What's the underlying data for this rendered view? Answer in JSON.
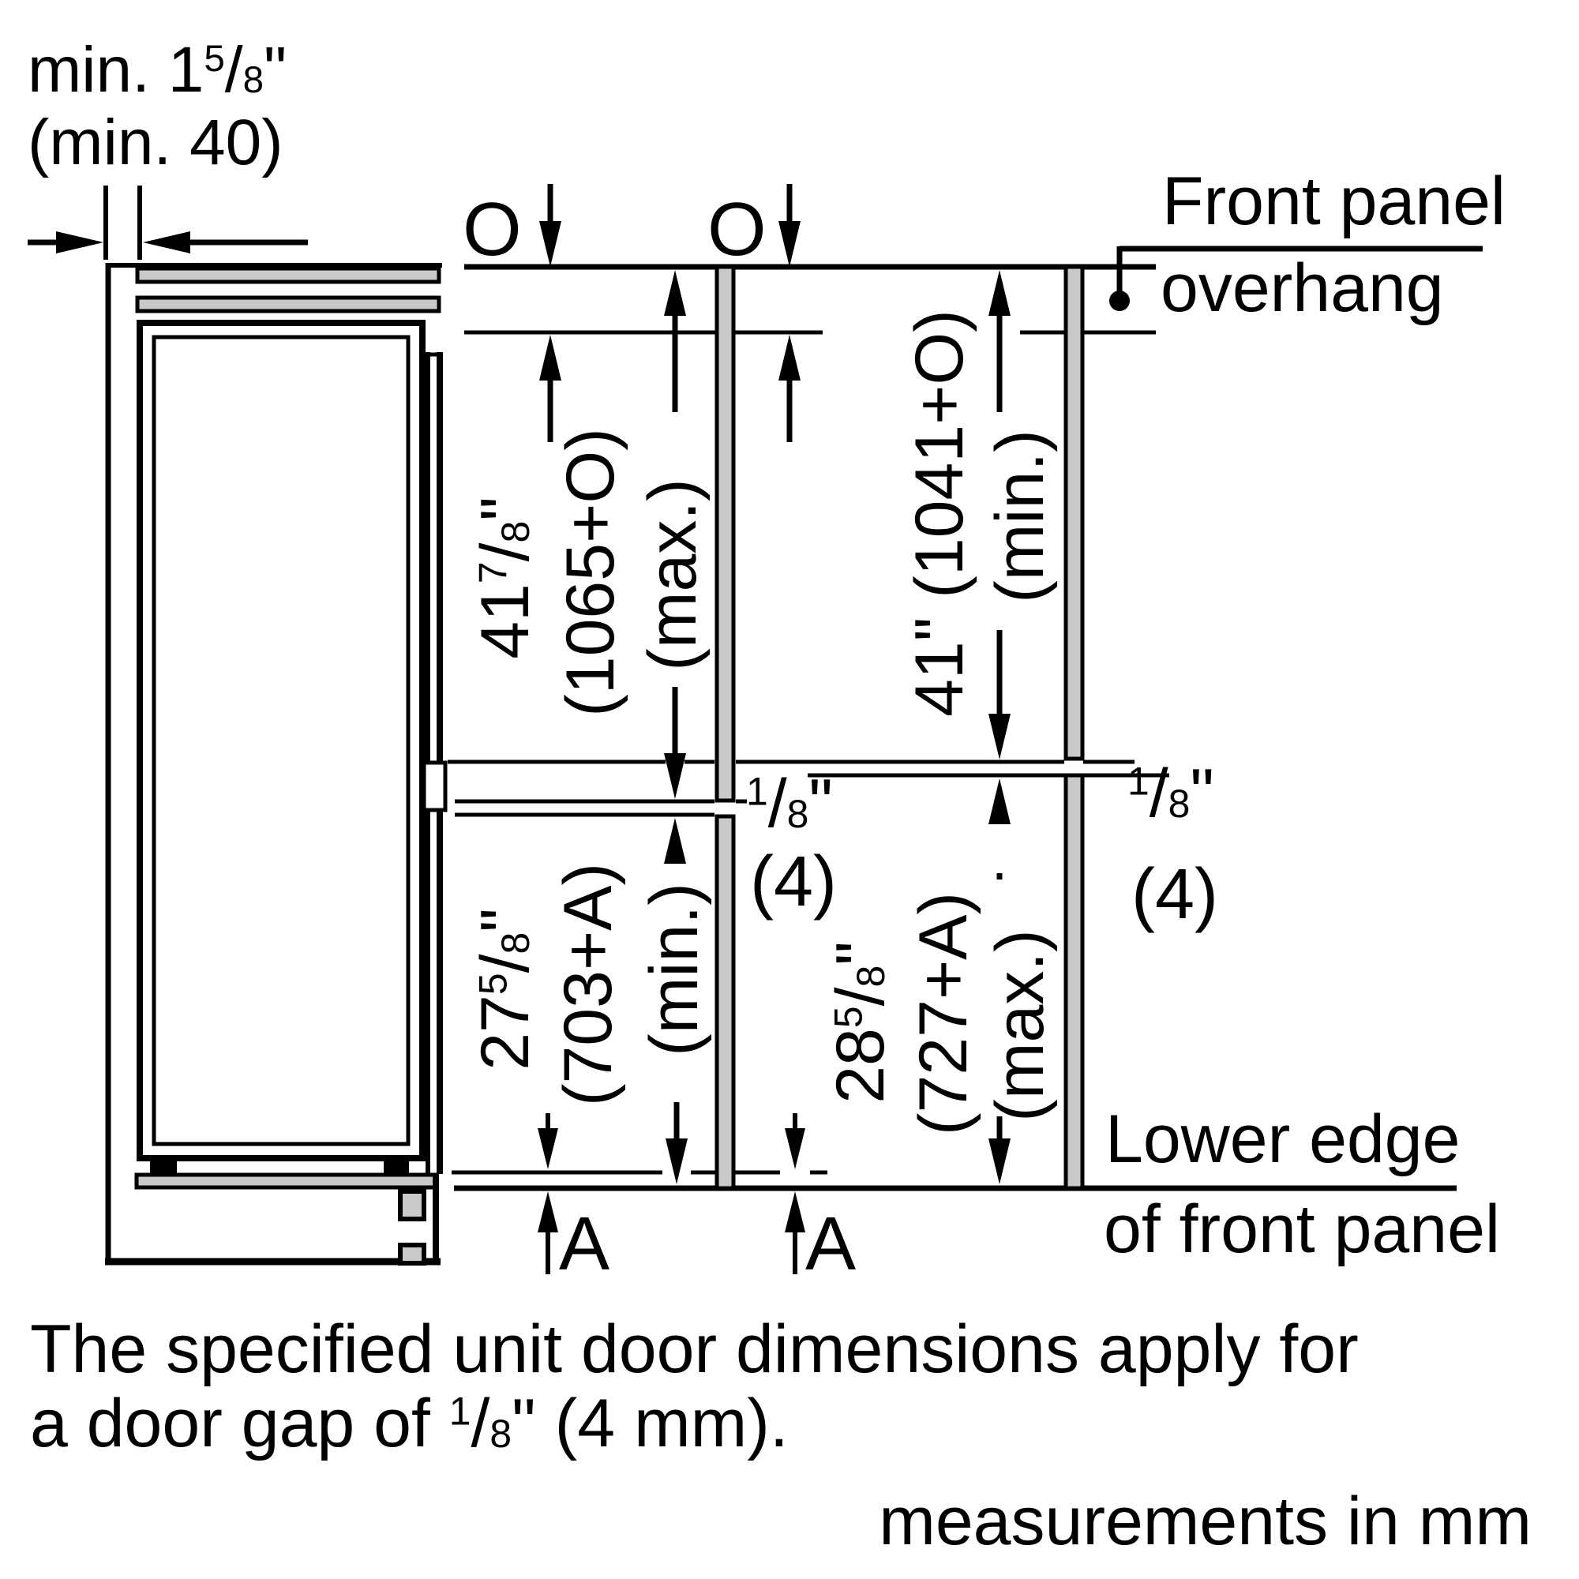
{
  "colors": {
    "ink": "#000000",
    "panel": "#c9c9c9",
    "background": "#ffffff"
  },
  "glyphs": {
    "slash": "/"
  },
  "clearance_note": {
    "line1_prefix": "min. 1",
    "line1_num": "5",
    "line1_den": "8",
    "line1_unit": "\"",
    "line2": "(min. 40)"
  },
  "overhang": {
    "label_left": "O",
    "label_right": "O",
    "callout_line1": "Front panel",
    "callout_line2": "overhang"
  },
  "dims": {
    "upper_left": {
      "inches": "41",
      "num": "7",
      "den": "8",
      "unit": "\"",
      "mm": "(1065+O)",
      "qual": "(max.)"
    },
    "upper_right": {
      "inches_mm": "41\" (1041+O)",
      "qual": "(min.)"
    },
    "lower_left": {
      "inches": "27",
      "num": "5",
      "den": "8",
      "unit": "\"",
      "mm": "(703+A)",
      "qual": "(min.)"
    },
    "lower_right": {
      "inches": "28",
      "num": "5",
      "den": "8",
      "unit": "\"",
      "mm": "(727+A)",
      "qual": "(max.)"
    }
  },
  "gaps": {
    "left": {
      "num": "1",
      "den": "8",
      "unit": "\"",
      "mm": "(4)"
    },
    "right": {
      "num": "1",
      "den": "8",
      "unit": "\"",
      "mm": "(4)"
    }
  },
  "lower_edge_callout": {
    "line1": "Lower edge",
    "line2": "of front panel"
  },
  "adjust": {
    "label_left": "A",
    "label_right": "A"
  },
  "footer": {
    "line1": "The specified unit door dimensions apply for",
    "line2_prefix": "a door gap of ",
    "line2_num": "1",
    "line2_den": "8",
    "line2_suffix": "\" (4 mm).",
    "units": "measurements in mm"
  }
}
